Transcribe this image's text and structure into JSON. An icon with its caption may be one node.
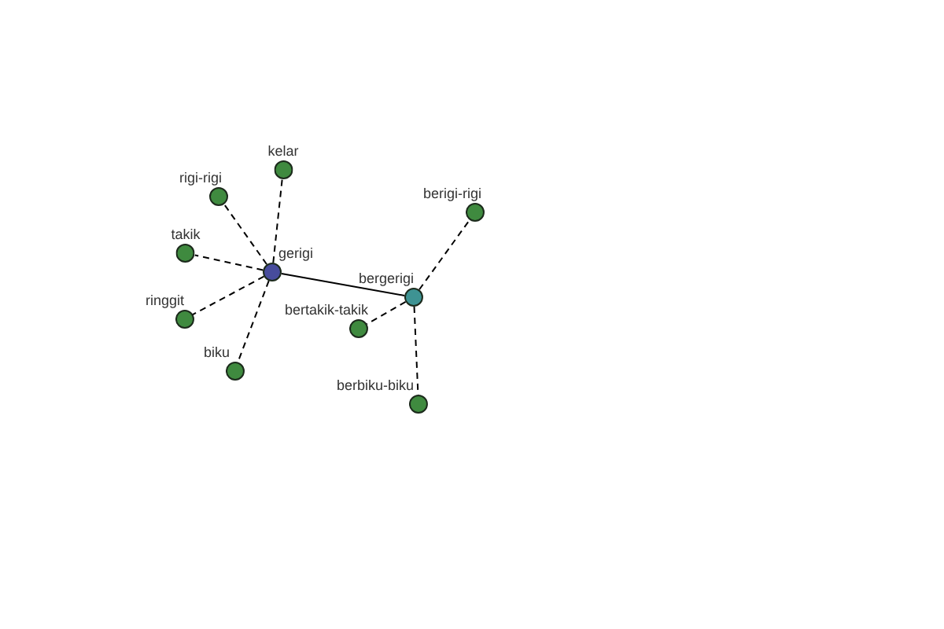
{
  "diagram": {
    "nodes": [
      {
        "text": [
          "kelar"
        ]
      },
      {
        "text": [
          "rigi-rigi"
        ]
      },
      {
        "text": [
          "berigi-rigi"
        ]
      },
      {
        "text": [
          "takik"
        ]
      },
      {
        "text": [
          "gerigi"
        ]
      },
      {
        "text": [
          "bergerigi"
        ]
      },
      {
        "text": [
          "ringgit"
        ]
      },
      {
        "text": [
          "bertakik-takik"
        ]
      },
      {
        "text": [
          "biku"
        ]
      },
      {
        "text": [
          "berbiku-biku"
        ]
      }
    ],
    "edges": [
      {
        "from": 4,
        "to": 0,
        "arrow": "none",
        "style": "dashed"
      },
      {
        "from": 4,
        "to": 1,
        "arrow": "none",
        "style": "dashed"
      },
      {
        "from": 4,
        "to": 3,
        "arrow": "none",
        "style": "dashed"
      },
      {
        "from": 4,
        "to": 6,
        "arrow": "none",
        "style": "dashed"
      },
      {
        "from": 4,
        "to": 8,
        "arrow": "none",
        "style": "dashed"
      },
      {
        "from": 4,
        "to": 5,
        "arrow": "none"
      },
      {
        "from": 5,
        "to": 2,
        "arrow": "none",
        "style": "dashed"
      },
      {
        "from": 5,
        "to": 7,
        "arrow": "none",
        "style": "dashed"
      },
      {
        "from": 5,
        "to": 9,
        "arrow": "none",
        "style": "dashed"
      }
    ]
  }
}
